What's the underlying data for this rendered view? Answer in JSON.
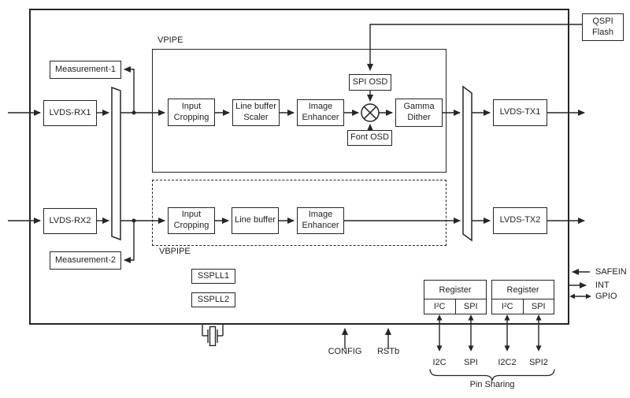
{
  "colors": {
    "line": "#262626",
    "background": "#ffffff"
  },
  "chip": {
    "blocks": {
      "lvds_rx1": "LVDS-RX1",
      "lvds_rx2": "LVDS-RX2",
      "lvds_tx1": "LVDS-TX1",
      "lvds_tx2": "LVDS-TX2",
      "measurement_1": "Measurement-1",
      "measurement_2": "Measurement-2",
      "sspll1": "SSPLL1",
      "sspll2": "SSPLL2"
    },
    "vpipe": {
      "label": "VPIPE",
      "input_cropping": "Input\nCropping",
      "line_buffer_scaler": "Line buffer\nScaler",
      "image_enhancer": "Image\nEnhancer",
      "spi_osd": "SPI OSD",
      "font_osd": "Font OSD",
      "gamma_dither": "Gamma\nDither"
    },
    "vbpipe": {
      "label": "VBPIPE",
      "input_cropping": "Input\nCropping",
      "line_buffer": "Line buffer",
      "image_enhancer": "Image\nEnhancer"
    },
    "registers": [
      {
        "title": "Register",
        "port1": "I²C",
        "port2": "SPI"
      },
      {
        "title": "Register",
        "port1": "I²C",
        "port2": "SPI"
      }
    ],
    "pins": {
      "safein": {
        "label": "SAFEIN",
        "direction": "input"
      },
      "int": {
        "label": "INT",
        "direction": "output"
      },
      "gpio": {
        "label": "GPIO",
        "direction": "bidirectional"
      },
      "config": {
        "label": "CONFIG",
        "direction": "input"
      },
      "rstb": {
        "label": "RSTb",
        "direction": "input"
      },
      "shared": {
        "i2c": "I2C",
        "spi": "SPI",
        "i2c2": "I2C2",
        "spi2": "SPI2",
        "group_label": "Pin Sharing"
      }
    }
  },
  "external": {
    "qspi_flash": "QSPI\nFlash"
  }
}
